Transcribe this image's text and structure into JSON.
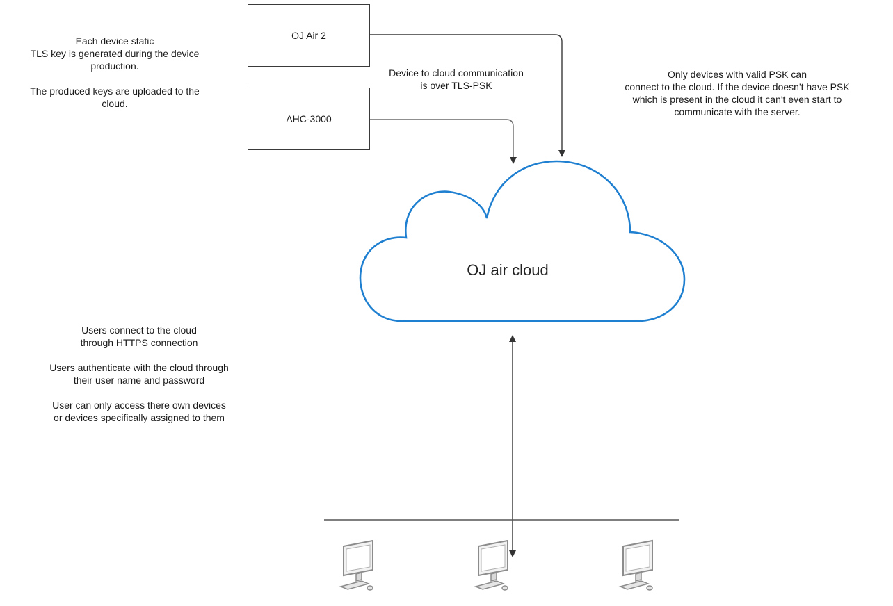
{
  "notes": {
    "device_keys": {
      "line1": "Each device static",
      "line2": "TLS key is generated during the device",
      "line3": "production.",
      "line4": "The produced keys are uploaded to the",
      "line5": "cloud."
    },
    "communication": {
      "line1": "Device to cloud communication",
      "line2": "is over TLS-PSK"
    },
    "psk": {
      "line1": "Only devices with valid PSK can",
      "line2": "connect to the cloud. If the device doesn't have PSK",
      "line3": "which is present in the cloud it can't even start to",
      "line4": "communicate with the server."
    },
    "users": {
      "line1": "Users connect to the cloud",
      "line2": "through HTTPS connection",
      "line3": "Users authenticate with the cloud through",
      "line4": "their user name and password",
      "line5": "User can only access there own devices",
      "line6": "or devices specifically assigned to them"
    }
  },
  "devices": {
    "device1": "OJ Air 2",
    "device2": "AHC-3000"
  },
  "cloud": {
    "label": "OJ air cloud"
  },
  "colors": {
    "cloud_stroke": "#1f7fd0",
    "line": "#3a3a3a",
    "computer": "#8c8c8c"
  },
  "icons": {
    "computer": "desktop-computer-icon",
    "cloud": "cloud-shape"
  }
}
